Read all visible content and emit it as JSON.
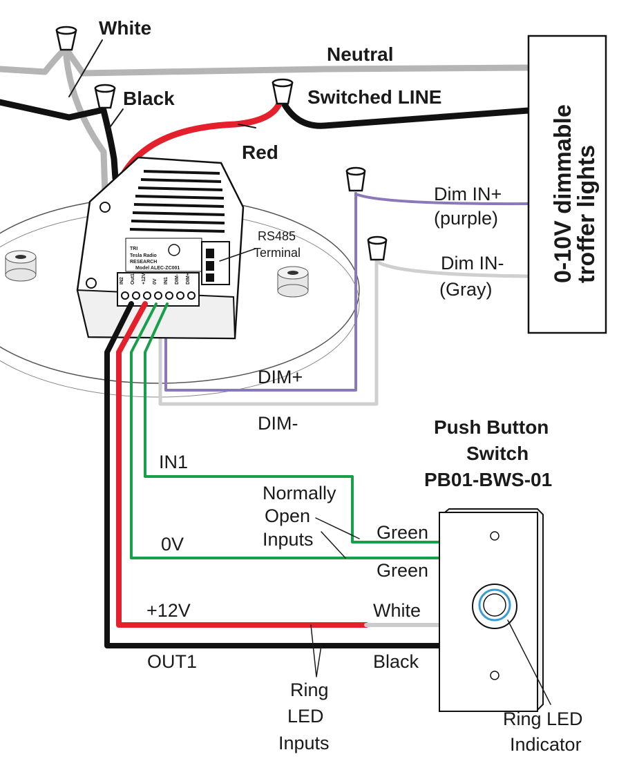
{
  "colors": {
    "black_wire": "#111111",
    "white_wire": "#b5b5b5",
    "red_wire": "#e3202b",
    "green_wire": "#17a04a",
    "purple_wire": "#8a78b8",
    "gray_wire": "#cfcfcf"
  },
  "labels": {
    "white": "White",
    "neutral": "Neutral",
    "black": "Black",
    "switched_line": "Switched LINE",
    "red": "Red",
    "dim_in_plus": "Dim IN+",
    "purple": "(purple)",
    "dim_in_minus": "Dim IN-",
    "gray": "(Gray)",
    "rs485_line1": "RS485",
    "rs485_line2": "Terminal",
    "dim_plus": "DIM+",
    "dim_minus": "DIM-",
    "in1": "IN1",
    "zero_v": "0V",
    "plus_12v": "+12V",
    "out1": "OUT1",
    "normally_open_1": "Normally",
    "normally_open_2": "Open",
    "normally_open_3": "Inputs",
    "green_1": "Green",
    "green_2": "Green",
    "white_pb": "White",
    "black_pb": "Black",
    "ring_led_inputs_1": "Ring",
    "ring_led_inputs_2": "LED",
    "ring_led_inputs_3": "Inputs",
    "ring_led_indicator_1": "Ring LED",
    "ring_led_indicator_2": "Indicator"
  },
  "troffer_box": {
    "line1": "0-10V dimmable",
    "line2": "troffer lights"
  },
  "push_button": {
    "title_1": "Push Button",
    "title_2": "Switch",
    "title_3": "PB01-BWS-01"
  },
  "controller": {
    "brand": "TRI",
    "maker_1": "Tesla Radio",
    "maker_2": "RESEARCH",
    "model": "Model ALEC-ZC001",
    "terminals": [
      "IN2",
      "Out1",
      "+12V",
      "0V",
      "IN1",
      "DIM-",
      "DIM+"
    ]
  }
}
